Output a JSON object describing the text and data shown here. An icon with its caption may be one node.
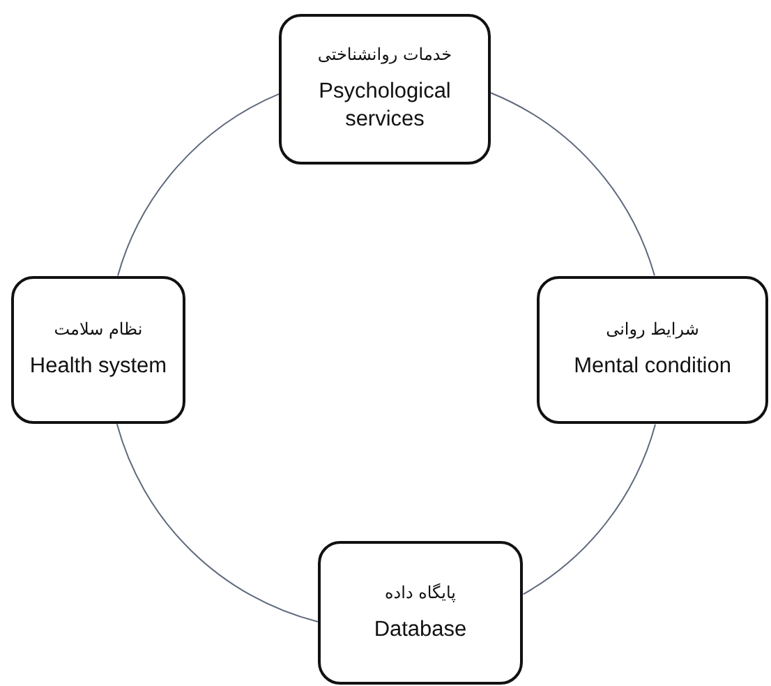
{
  "diagram": {
    "nodes": [
      {
        "text": [
          "خدمات روانشناختی",
          "Psychological services"
        ]
      },
      {
        "text": [
          "نظام سلامت",
          "Health system"
        ]
      },
      {
        "text": [
          "شرایط روانی",
          "Mental condition"
        ]
      },
      {
        "text": [
          "پایگاه داده",
          "Database"
        ]
      }
    ],
    "edges": [
      {
        "from": 0,
        "to": 2,
        "arrow": "none"
      },
      {
        "from": 2,
        "to": 3,
        "arrow": "none"
      },
      {
        "from": 3,
        "to": 1,
        "arrow": "none"
      },
      {
        "from": 1,
        "to": 0,
        "arrow": "none"
      }
    ]
  }
}
